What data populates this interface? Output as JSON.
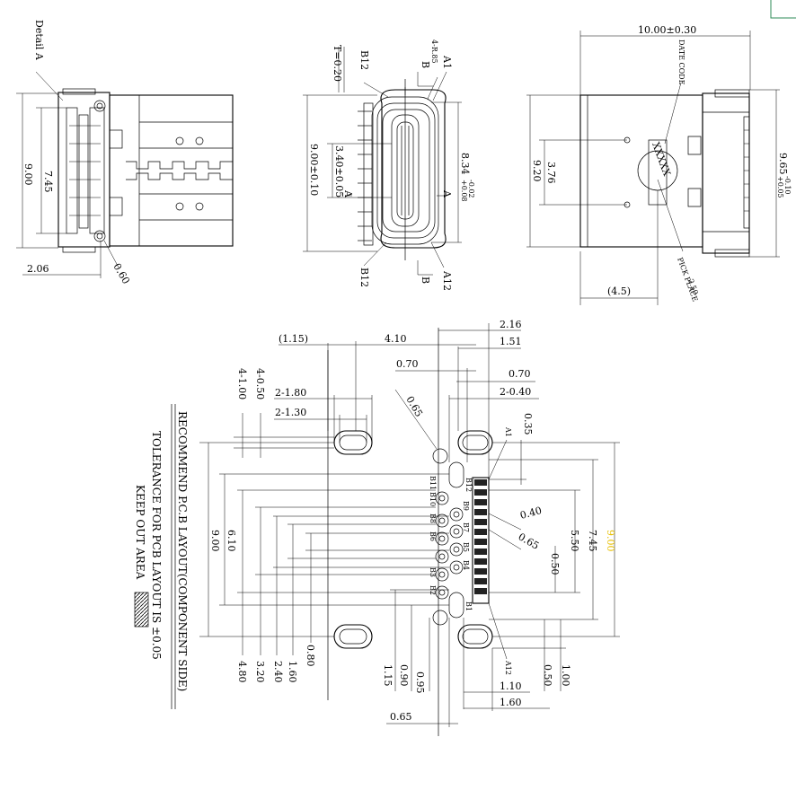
{
  "side_view": {
    "detail_label": "Detail A",
    "dim_height": "9.00",
    "dim_inner": "7.45",
    "dim_bottom": "2.06",
    "dim_corner": "0.60"
  },
  "front_view": {
    "thickness": "T=0.20",
    "pin_b12_top": "B12",
    "section_b_top": "B",
    "radius": "4-R.85",
    "pin_a1": "A1",
    "dim_outer": "9.00±0.10",
    "dim_opening": "3.40±0.05",
    "dim_height": "8.34",
    "dim_height_tol_plus": "+0.08",
    "dim_height_tol_minus": "-0.02",
    "section_a_left": "A",
    "section_a_right": "A",
    "pin_b12_bottom": "B12",
    "section_b_bottom": "B",
    "pin_a12": "A12"
  },
  "top_view": {
    "dim_length": "10.00±0.30",
    "date_code": "DATE CODE",
    "marking": "XXXXX",
    "dim_hole_spacing": "3.76",
    "dim_width": "9.20",
    "dim_total": "9.65",
    "dim_total_tol_plus": "+0.05",
    "dim_total_tol_minus": "-0.10",
    "dim_ref": "(4.5)",
    "pick_place": "PICK PLACE",
    "dim_pick": "2.50"
  },
  "pcb_layout": {
    "notes": [
      "RECOMMEND P.C.B LAYOUT(COMPONENT SIDE)",
      "TOLERANCE FOR PCB LAYOUT IS ±0.05",
      "KEEP OUT AREA"
    ],
    "top_dims": {
      "ref": "(1.15)",
      "d410": "4.10",
      "d216": "2.16",
      "d151": "1.51",
      "d070a": "0.70",
      "d070b": "0.70",
      "d2_040": "2-0.40",
      "d4_050": "4-0.50",
      "d4_100": "4-1.00",
      "d2_180": "2-1.80",
      "d2_130": "2-1.30",
      "d065": "0.65",
      "d035": "0.35"
    },
    "left_dims": {
      "d900": "9.00",
      "d610": "6.10",
      "d480": "4.80",
      "d320": "3.20",
      "d240": "2.40",
      "d160": "1.60",
      "d080": "0.80"
    },
    "right_dims": {
      "d900": "9.00",
      "d745": "7.45",
      "d550": "5.50",
      "d050": "0.50",
      "d040": "0.40",
      "d065": "0.65",
      "d100": "1.00",
      "d050b": "0.50"
    },
    "bottom_dims": {
      "d115": "1.15",
      "d090": "0.90",
      "d095": "0.95",
      "d110": "1.10",
      "d160": "1.60",
      "d065": "0.65"
    },
    "pin_labels": {
      "a1": "A1",
      "a12": "A12",
      "b12": "B12",
      "b11": "B11",
      "b10": "B10",
      "b9": "B9",
      "b8": "B8",
      "b7": "B7",
      "b6": "B6",
      "b5": "B5",
      "b4": "B4",
      "b3": "B3",
      "b2": "B2",
      "b1": "B1"
    }
  },
  "colors": {
    "highlight": "#e8c000",
    "corner_mark": "#2e8b57"
  }
}
